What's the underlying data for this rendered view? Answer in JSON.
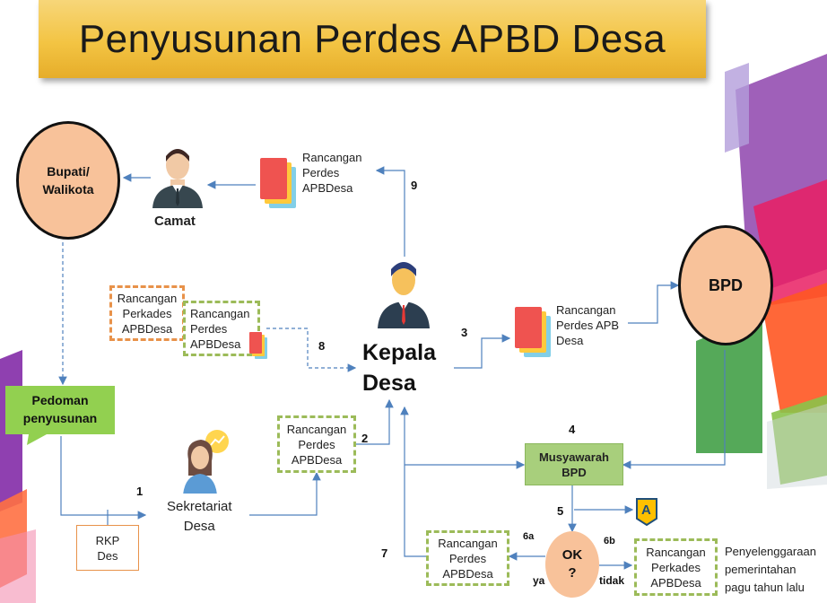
{
  "title": "Penyusunan Perdes APBD Desa",
  "nodes": {
    "bupati": "Bupati/\nWalikota",
    "camat": "Camat",
    "kepala_desa": "Kepala\nDesa",
    "bpd": "BPD",
    "pedoman": "Pedoman\npenyusunan",
    "rkp": "RKP\nDes",
    "sekretariat": "Sekretariat\nDesa",
    "musyawarah": "Musyawarah\nBPD",
    "ok": "OK\n?"
  },
  "documents": {
    "top_rancangan": "Rancangan\nPerdes\nAPBDesa",
    "right_rancangan": "Rancangan\nPerdes APB\nDesa",
    "perkades_orange": "Rancangan\nPerkades\nAPBDesa",
    "perdes_green_left": "Rancangan\nPerdes\nAPBDesa",
    "perdes_green_mid": "Rancangan\nPerdes\nAPBDesa",
    "perdes_6a": "Rancangan\nPerdes\nAPBDesa",
    "perkades_6b": "Rancangan\nPerkades\nAPBDesa",
    "penyelenggaraan": "Penyelenggaraan\npemerintahan\npagu tahun lalu"
  },
  "steps": {
    "s1": "1",
    "s2": "2",
    "s3": "3",
    "s4": "4",
    "s5": "5",
    "s6a": "6a",
    "s6b": "6b",
    "s7": "7",
    "s8": "8",
    "s9": "9"
  },
  "decisions": {
    "yes": "ya",
    "no": "tidak"
  },
  "connector_label": "A",
  "colors": {
    "banner": "#f3c443",
    "circle_fill": "#f8c29a",
    "pedoman_fill": "#92d050",
    "musyawarah_fill": "#a8cf7c",
    "arrow": "#4f81bd",
    "dash_green": "#9cbb59",
    "dash_orange": "#e8924a"
  }
}
